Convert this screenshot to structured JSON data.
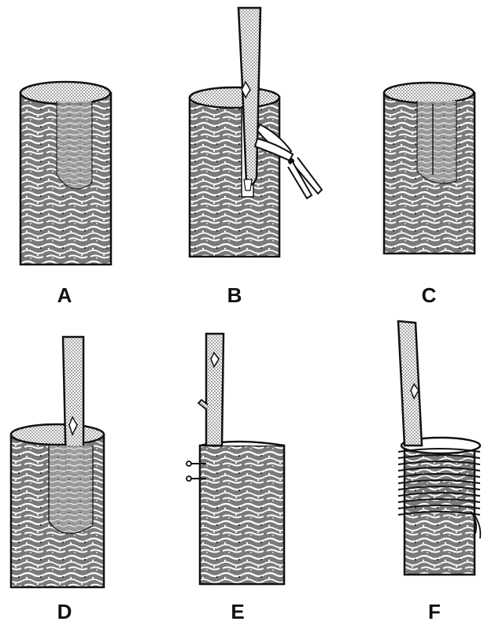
{
  "figure": {
    "panels": [
      {
        "id": "A",
        "label": "A",
        "scion": "none",
        "tool": "none",
        "fastener": "none"
      },
      {
        "id": "B",
        "label": "B",
        "scion": "inserted",
        "tool": "pruning-shears",
        "fastener": "none"
      },
      {
        "id": "C",
        "label": "C",
        "scion": "none",
        "tool": "none",
        "fastener": "none"
      },
      {
        "id": "D",
        "label": "D",
        "scion": "inserted",
        "tool": "none",
        "fastener": "none"
      },
      {
        "id": "E",
        "label": "E",
        "scion": "inserted",
        "tool": "none",
        "fastener": "nails"
      },
      {
        "id": "F",
        "label": "F",
        "scion": "inserted",
        "tool": "none",
        "fastener": "twine-wrap"
      }
    ]
  },
  "colors": {
    "ink": "#111111",
    "bark_base": "#c9c9c9",
    "scion": "#e6e6e6",
    "paper": "#ffffff"
  }
}
